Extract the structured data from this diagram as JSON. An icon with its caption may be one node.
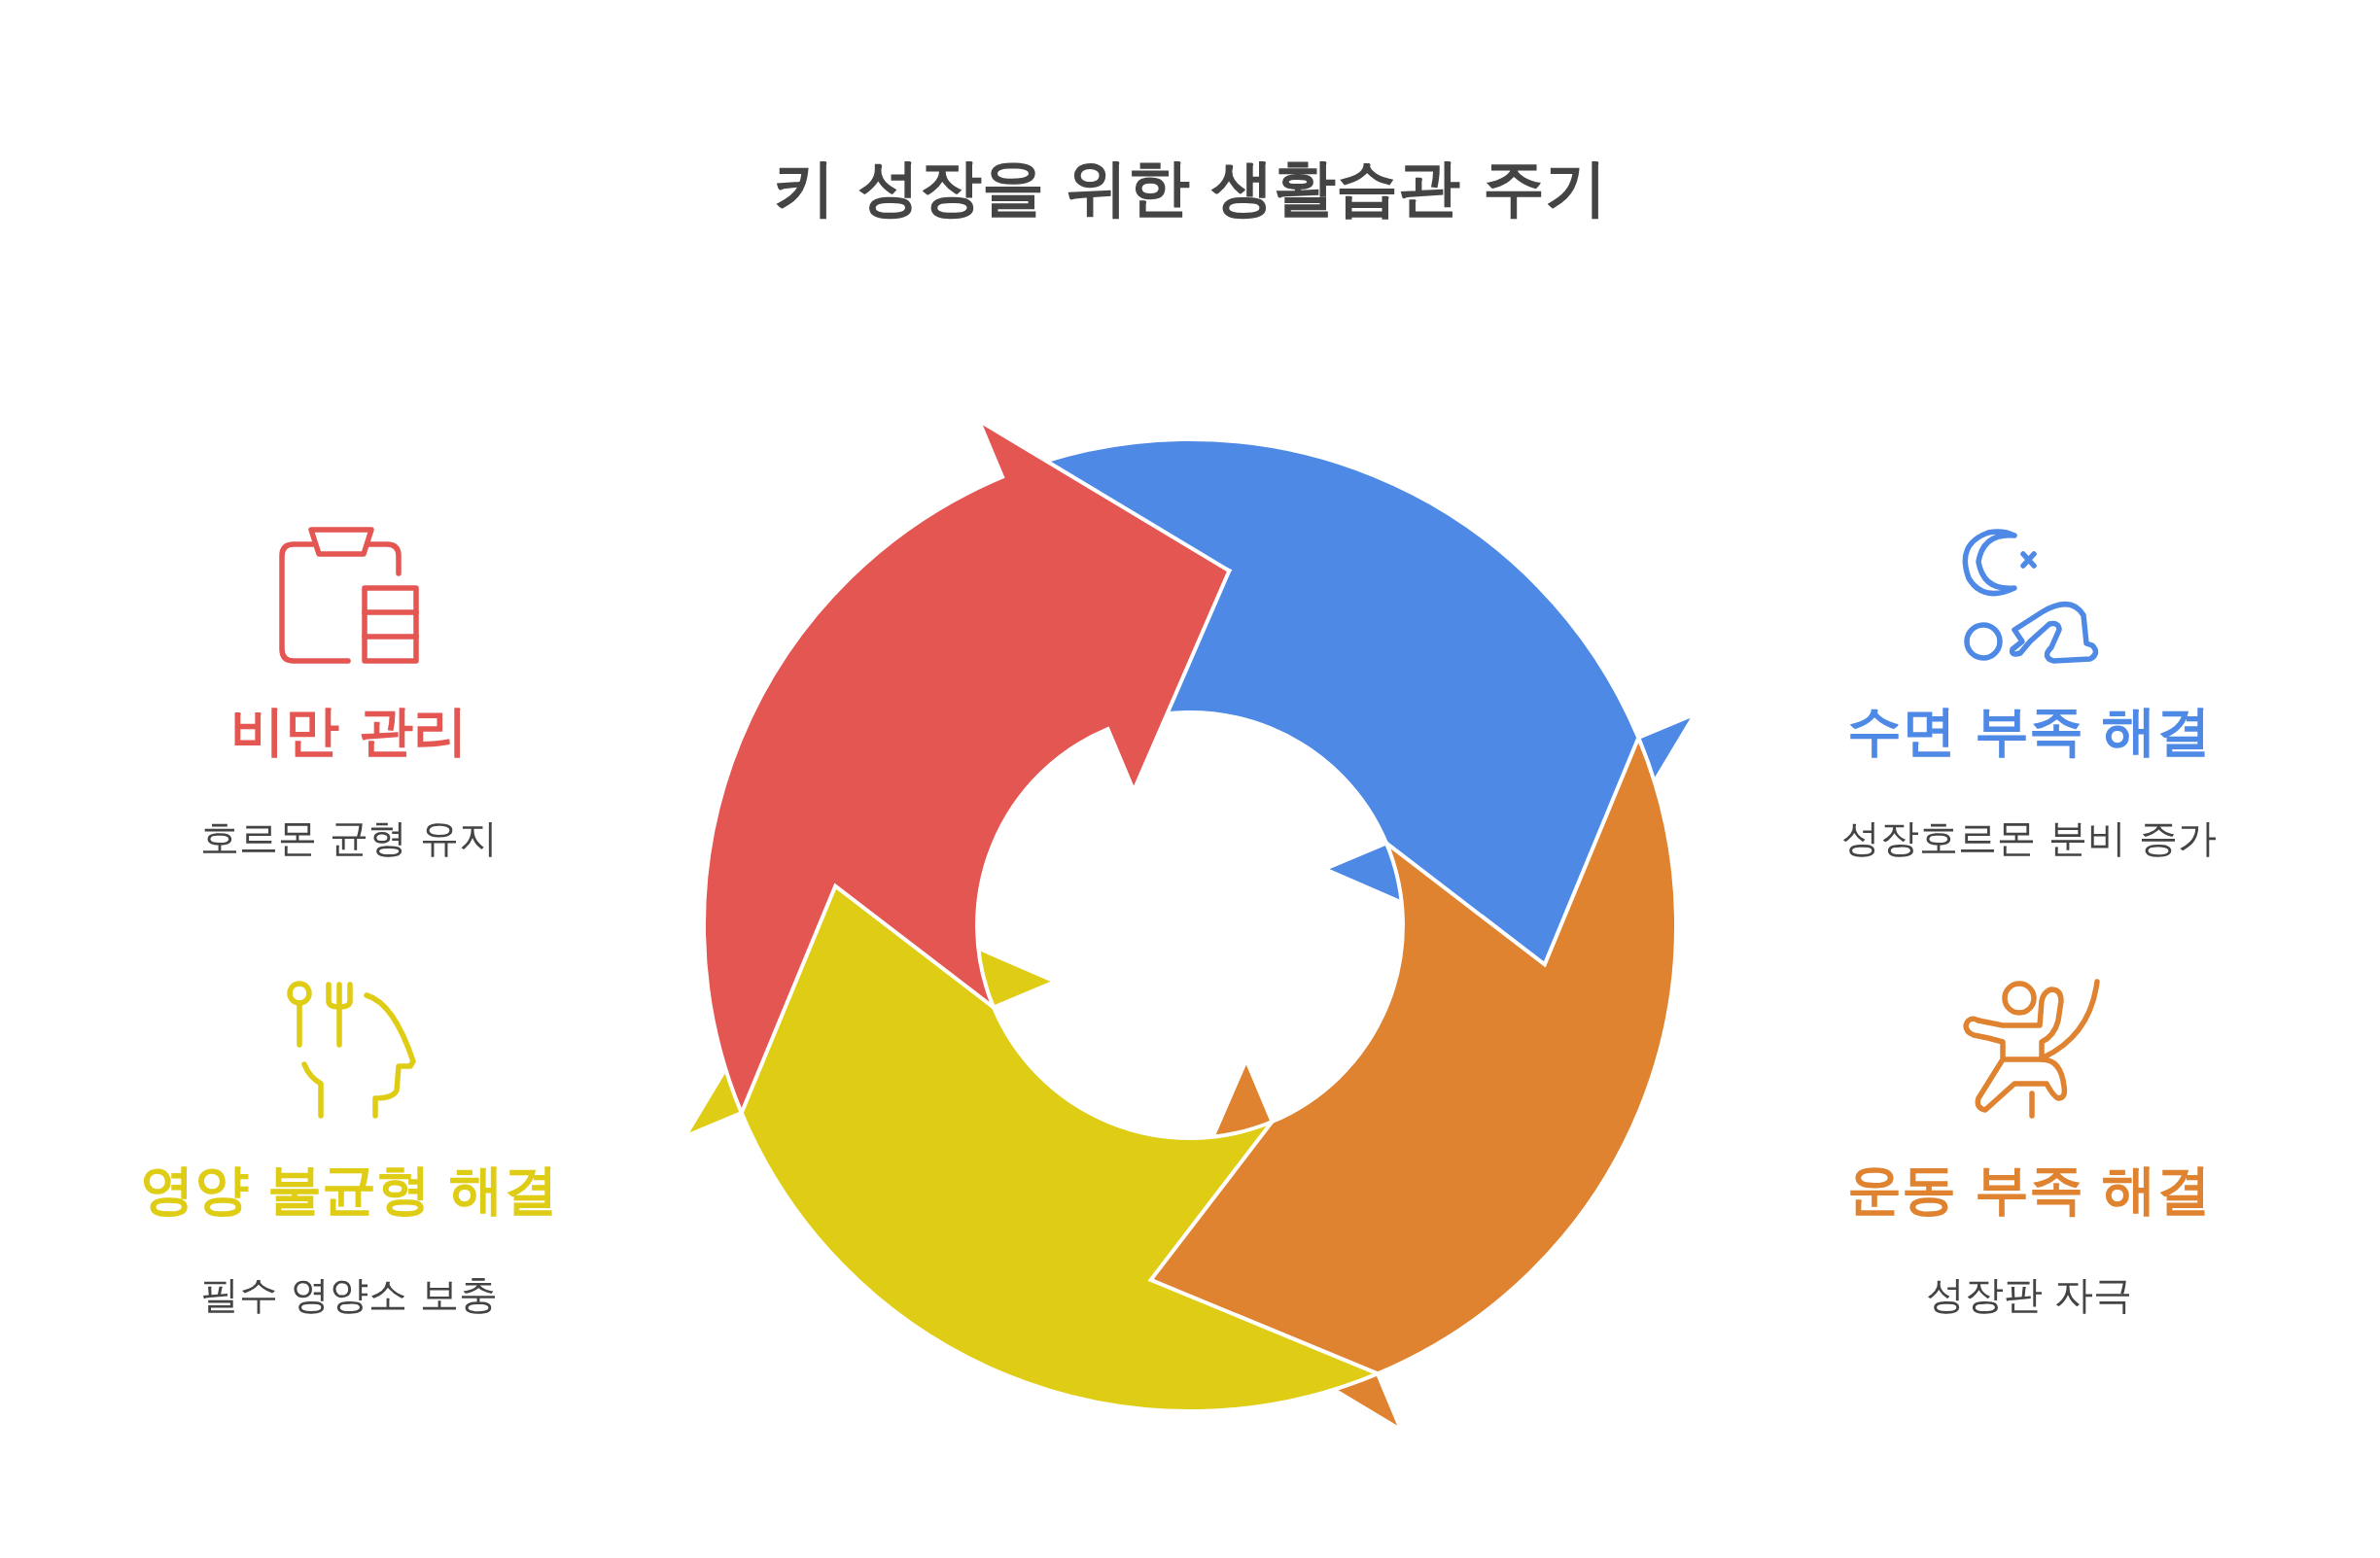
{
  "diagram": {
    "title": "키 성장을 위한 생활습관 주기",
    "labels": [
      "비만 관리",
      "호르몬 균형 유지",
      "수면 부족 해결",
      "성장호르몬 분비 증가",
      "영양 불균형 해결",
      "필수 영양소 보충",
      "운동 부족 해결",
      "성장판 자극"
    ]
  }
}
